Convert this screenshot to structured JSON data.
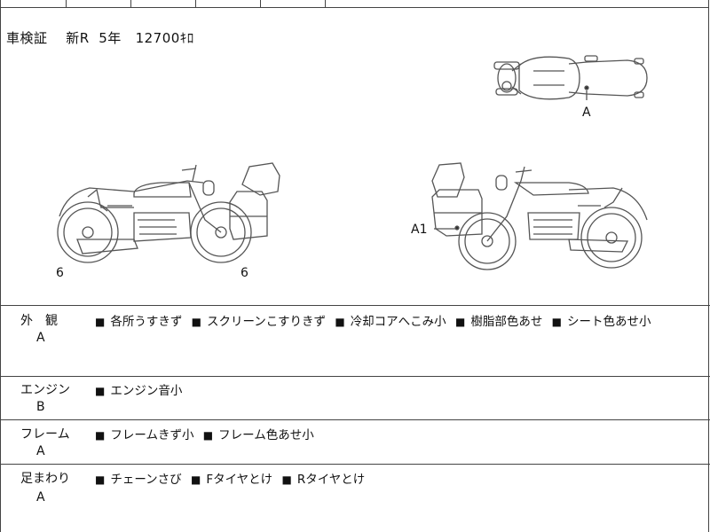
{
  "header": {
    "registration": "車検証　 新R  5年   12700ｷﾛ"
  },
  "diagram_marks": {
    "top_view": "A",
    "left_rear": "6",
    "left_front": "6",
    "right_side": "A1"
  },
  "conditions": [
    {
      "category": "外　観",
      "grade": "A",
      "items": [
        "各所うすきず",
        "スクリーンこすりきず",
        "冷却コアへこみ小",
        "樹脂部色あせ",
        "シート色あせ小"
      ]
    },
    {
      "category": "エンジン",
      "grade": "B",
      "items": [
        "エンジン音小"
      ]
    },
    {
      "category": "フレーム",
      "grade": "A",
      "items": [
        "フレームきず小",
        "フレーム色あせ小"
      ]
    },
    {
      "category": "足まわり",
      "grade": "A",
      "items": [
        "チェーンさび",
        "Fタイヤとけ",
        "Rタイヤとけ"
      ]
    }
  ],
  "bullet": "■",
  "colors": {
    "line": "#444444",
    "drawing": "#555555"
  }
}
